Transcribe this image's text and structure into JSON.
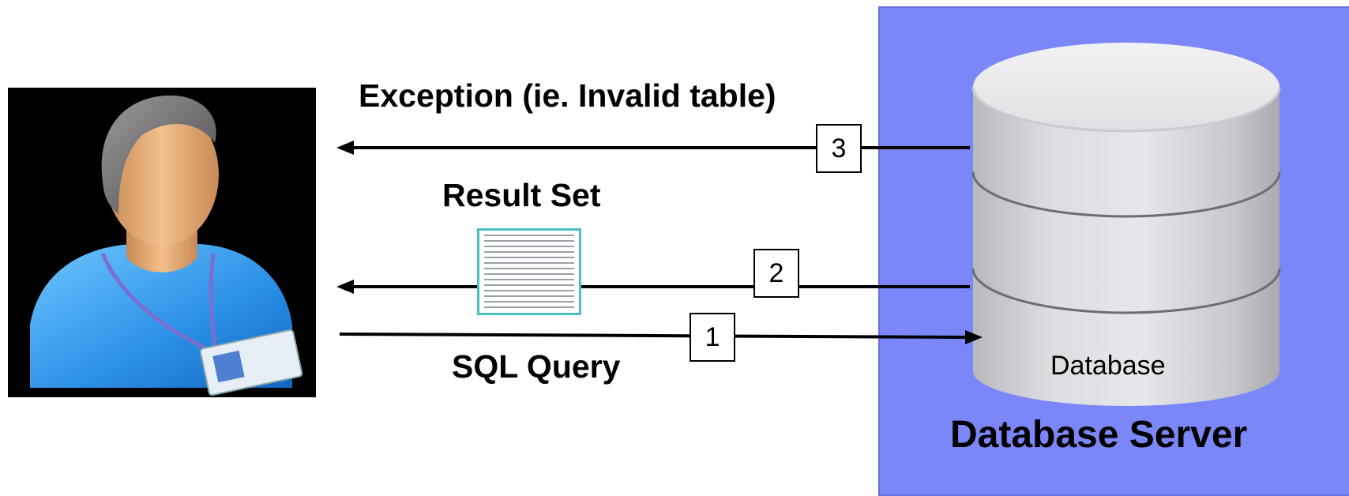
{
  "labels": {
    "exception": "Exception (ie. Invalid table)",
    "result_set": "Result Set",
    "sql_query": "SQL Query",
    "database": "Database",
    "database_server": "Database Server"
  },
  "steps": {
    "one": "1",
    "two": "2",
    "three": "3"
  },
  "colors": {
    "server_panel": "#7b86f8",
    "user_background": "#000000",
    "arrow": "#000000"
  },
  "icons": {
    "user": "user-with-badge-icon",
    "database": "database-cylinder-icon",
    "result_set": "result-table-icon"
  }
}
